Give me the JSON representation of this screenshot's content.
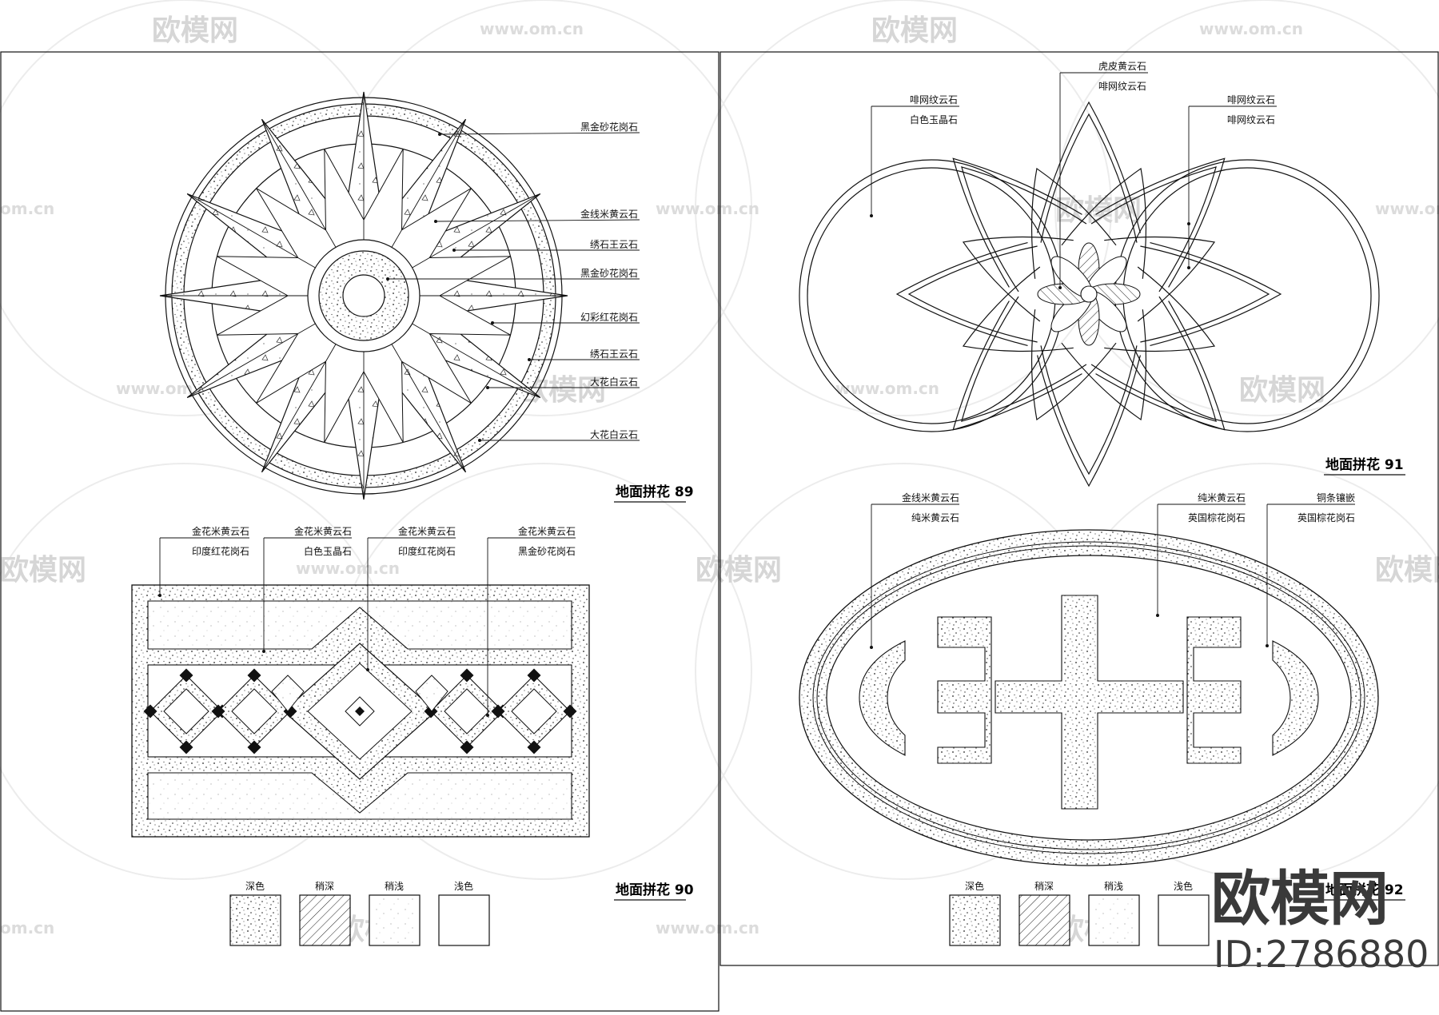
{
  "watermarks": {
    "brand": "欧模网",
    "url": "www.om.cn",
    "url_short": "om.cn",
    "id": "ID:2786880"
  },
  "drawing89": {
    "title": "地面拼花 89",
    "labels": [
      "黑金砂花岗石",
      "金线米黄云石",
      "绣石王云石",
      "黑金砂花岗石",
      "幻彩红花岗石",
      "绣石王云石",
      "大花白云石",
      "大花白云石"
    ]
  },
  "drawing90": {
    "title": "地面拼花 90",
    "labels": [
      [
        "金花米黄云石",
        "印度红花岗石"
      ],
      [
        "金花米黄云石",
        "白色玉晶石"
      ],
      [
        "金花米黄云石",
        "印度红花岗石"
      ],
      [
        "金花米黄云石",
        "黑金砂花岗石"
      ]
    ]
  },
  "drawing91": {
    "title": "地面拼花 91",
    "labels": [
      [
        "虎皮黄云石",
        "啡网纹云石"
      ],
      [
        "啡网纹云石",
        "白色玉晶石"
      ],
      [
        "啡网纹云石",
        "啡网纹云石"
      ]
    ]
  },
  "drawing92": {
    "title": "地面拼花 92",
    "labels": [
      [
        "金线米黄云石",
        "纯米黄云石"
      ],
      [
        "纯米黄云石",
        "英国棕花岗石"
      ],
      [
        "铜条镶嵌",
        "英国棕花岗石"
      ]
    ]
  },
  "legend": [
    "深色",
    "稍深",
    "稍浅",
    "浅色"
  ]
}
